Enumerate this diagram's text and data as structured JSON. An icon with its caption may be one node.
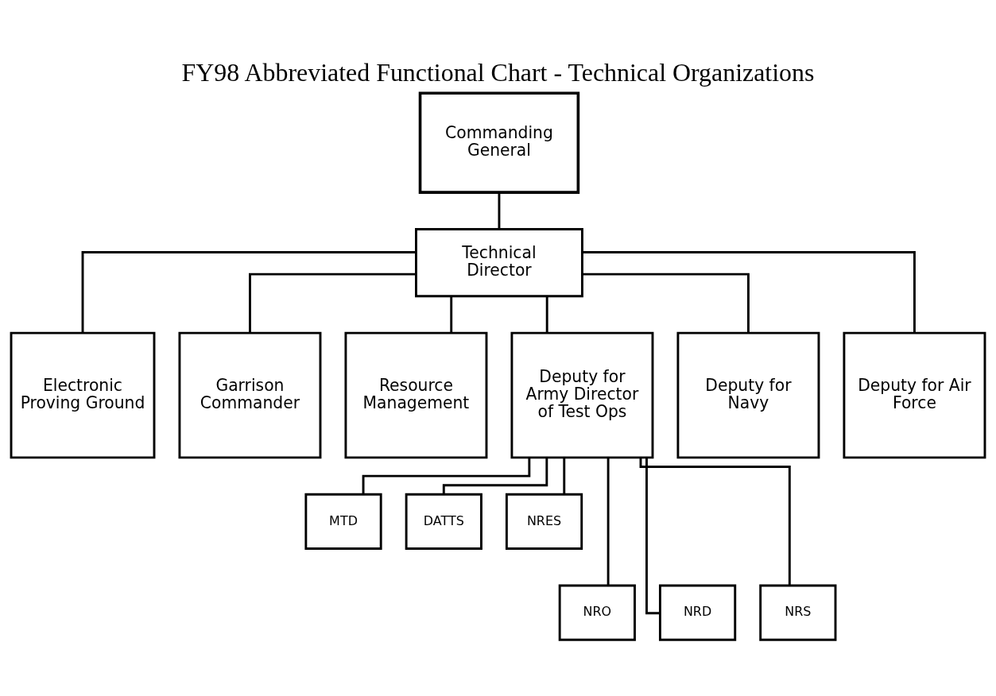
{
  "diagram": {
    "title": "FY98 Abbreviated Functional Chart - Technical Organizations",
    "nodes": [
      {
        "text": [
          "Commanding General"
        ]
      },
      {
        "text": [
          "Technical Director"
        ]
      },
      {
        "text": [
          "Electronic Proving Ground"
        ]
      },
      {
        "text": [
          "Garrison Commander"
        ]
      },
      {
        "text": [
          "Resource Management"
        ]
      },
      {
        "text": [
          "Deputy for Army Director of Test Ops"
        ]
      },
      {
        "text": [
          "Deputy for Navy"
        ]
      },
      {
        "text": [
          "Deputy for Air Force"
        ]
      },
      {
        "text": [
          "MTD"
        ]
      },
      {
        "text": [
          "DATTS"
        ]
      },
      {
        "text": [
          "NRES"
        ]
      },
      {
        "text": [
          "NRO"
        ]
      },
      {
        "text": [
          "NRD"
        ]
      },
      {
        "text": [
          "NRS"
        ]
      }
    ],
    "edges": [
      {
        "from": 0,
        "to": 1,
        "arrow": "none"
      },
      {
        "from": 1,
        "to": 2,
        "arrow": "none"
      },
      {
        "from": 1,
        "to": 3,
        "arrow": "none"
      },
      {
        "from": 1,
        "to": 4,
        "arrow": "none"
      },
      {
        "from": 1,
        "to": 5,
        "arrow": "none"
      },
      {
        "from": 1,
        "to": 6,
        "arrow": "none"
      },
      {
        "from": 1,
        "to": 7,
        "arrow": "none"
      },
      {
        "from": 5,
        "to": 8,
        "arrow": "none"
      },
      {
        "from": 5,
        "to": 9,
        "arrow": "none"
      },
      {
        "from": 5,
        "to": 10,
        "arrow": "none"
      },
      {
        "from": 5,
        "to": 11,
        "arrow": "none"
      },
      {
        "from": 5,
        "to": 12,
        "arrow": "none"
      },
      {
        "from": 5,
        "to": 13,
        "arrow": "none"
      }
    ]
  }
}
